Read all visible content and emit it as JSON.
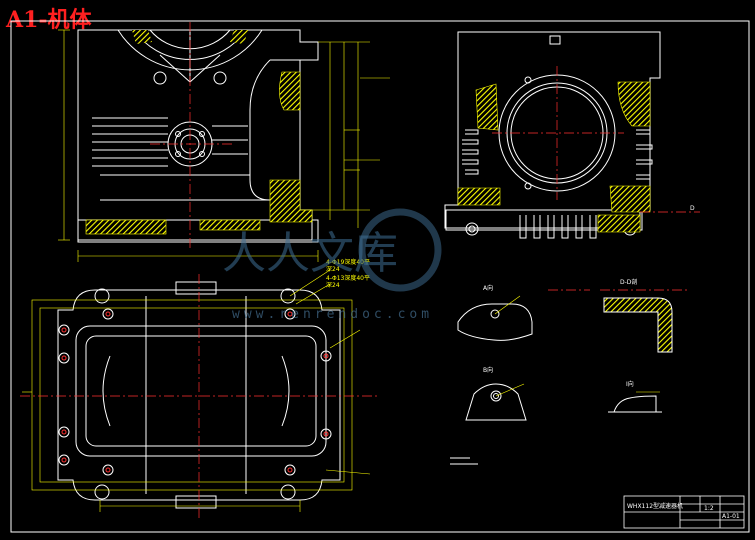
{
  "sheet": {
    "title": "A1-机体"
  },
  "labels": {
    "hole_callout_1": "4-Φ19深度40平",
    "hole_callout_1b": "深24",
    "hole_callout_2": "4-Φ13深度40平",
    "hole_callout_2b": "深24",
    "view_a": "A向",
    "view_b": "B向",
    "section_dd": "D-D剖",
    "view_i": "I向",
    "arrow_d": "D"
  },
  "watermark": {
    "brand": "人人文库",
    "url": "www.renrendoc.com"
  },
  "title_block": {
    "name": "WHX112型减速器机",
    "scale": "1:2",
    "code": "A1-01"
  },
  "colors": {
    "outline": "#ffffff",
    "hatch": "#ffff00",
    "dimension": "#ffff00",
    "centerline": "#ff3030",
    "title": "#ff2020",
    "watermark": "#3f6f95"
  }
}
